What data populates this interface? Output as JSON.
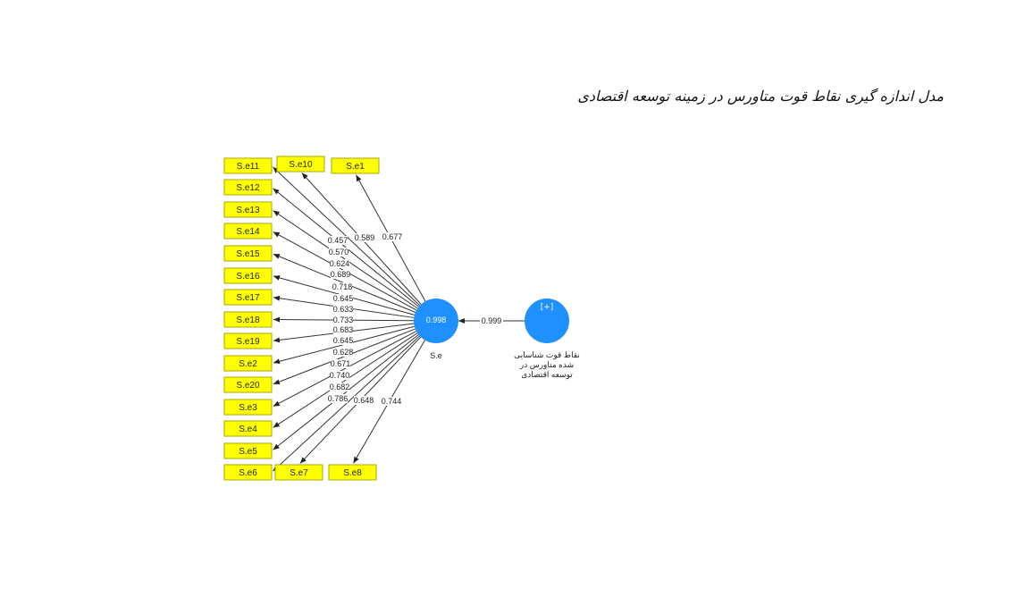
{
  "title": "مدل اندازه گیری نقاط قوت متاورس در زمینه توسعه اقتصادی",
  "construct": {
    "name": "S.e",
    "value": "0.998",
    "color": "#1e90ff"
  },
  "source": {
    "name_lines": [
      "نقاط قوت شناسایی",
      "شده متاورس در",
      "توسعه اقتصادی"
    ],
    "plus": "[+]",
    "color": "#1e90ff"
  },
  "path_coefficient": "0.999",
  "indicator_color": "#ffff00",
  "indicators": [
    {
      "label": "S.e11",
      "loading": "0.457"
    },
    {
      "label": "S.e10",
      "loading": "0.589"
    },
    {
      "label": "S.e1",
      "loading": "0.677"
    },
    {
      "label": "S.e12",
      "loading": "0.570"
    },
    {
      "label": "S.e13",
      "loading": "0.624"
    },
    {
      "label": "S.e14",
      "loading": "0.689"
    },
    {
      "label": "S.e15",
      "loading": "0.718"
    },
    {
      "label": "S.e16",
      "loading": "0.645"
    },
    {
      "label": "S.e17",
      "loading": "0.633"
    },
    {
      "label": "S.e18",
      "loading": "0.733"
    },
    {
      "label": "S.e19",
      "loading": "0.683"
    },
    {
      "label": "S.e2",
      "loading": "0.645"
    },
    {
      "label": "S.e20",
      "loading": "0.628"
    },
    {
      "label": "S.e3",
      "loading": "0.671"
    },
    {
      "label": "S.e4",
      "loading": "0.740"
    },
    {
      "label": "S.e5",
      "loading": "0.682"
    },
    {
      "label": "S.e6",
      "loading": "0.786"
    },
    {
      "label": "S.e7",
      "loading": "0.648"
    },
    {
      "label": "S.e8",
      "loading": "0.744"
    }
  ]
}
